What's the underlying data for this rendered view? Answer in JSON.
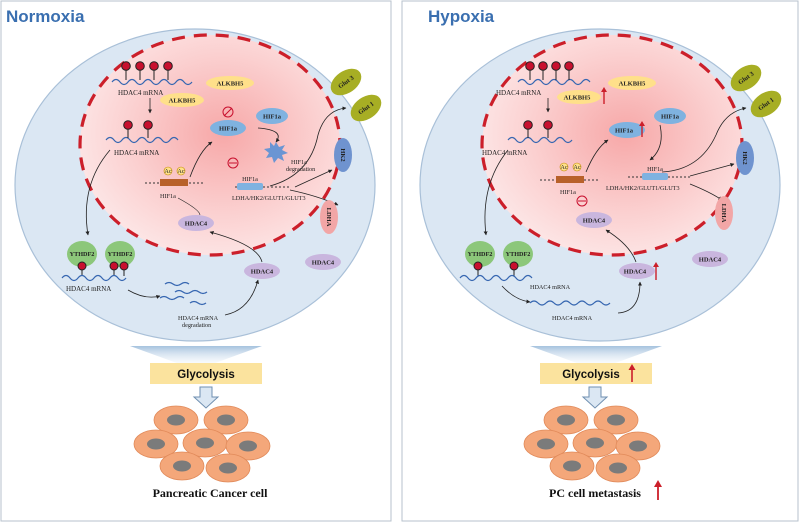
{
  "left": {
    "title": "Normoxia",
    "hdac4_mrna_top": "HDAC4 mRNA",
    "hdac4_mrna_mid": "HDAC4 mRNA",
    "hdac4_mrna_low": "HDAC4 mRNA",
    "degradation_label_1": "HDAC4 mRNA",
    "degradation_label_2": "degradation",
    "alkbh5_a": "ALKBH5",
    "alkbh5_b": "ALKBH5",
    "hif1a_outer": "HIF1a",
    "hif1a_inner": "HIF1a",
    "hif1a_deg_1": "HIF1a",
    "hif1a_deg_2": "degradation",
    "hif1a_gene": "HIF1a",
    "hif1a_promoter": "HIF1a",
    "targets": "LDHA/HK2/GLUT1/GLUT3",
    "ac": "Ac",
    "hdac4_nuc": "HDAC4",
    "hdac4_cyto_a": "HDAC4",
    "hdac4_cyto_b": "HDAC4",
    "ythdf2": "YTHDF2",
    "glut3": "Glut 3",
    "glut1": "Glut 1",
    "hk2": "HK2",
    "ldha": "LDHA",
    "glycolysis": "Glycolysis",
    "caption": "Pancreatic Cancer cell"
  },
  "right": {
    "title": "Hypoxia",
    "hdac4_mrna_top": "HDAC4 mRNA",
    "hdac4_mrna_mid": "HDAC4 mRNA",
    "hdac4_mrna_low1": "HDAC4 mRNA",
    "hdac4_mrna_low2": "HDAC4 mRNA",
    "alkbh5_a": "ALKBH5",
    "alkbh5_b": "ALKBH5",
    "hif1a_outer": "HIF1a",
    "hif1a_inner": "HIF1a",
    "hif1a_gene": "HIF1a",
    "hif1a_promoter": "HIF1a",
    "targets": "LDHA/HK2/GLUT1/GLUT3",
    "ac": "Ac",
    "hdac4_nuc": "HDAC4",
    "hdac4_cyto_a": "HDAC4",
    "hdac4_cyto_b": "HDAC4",
    "ythdf2": "YTHDF2",
    "glut3": "Glut 3",
    "glut1": "Glut 1",
    "hk2": "HK2",
    "ldha": "LDHA",
    "glycolysis": "Glycolysis",
    "caption": "PC cell metastasis"
  },
  "colors": {
    "title": "#3a6fb0",
    "cell_fill": "#dbe7f3",
    "nucleus_edge": "#cc1f2a",
    "alkbh5": "#ffe08a",
    "hif1a": "#7fb2e0",
    "hdac4": "#c9b6de",
    "ythdf2": "#8cc77a",
    "glut": "#a7ae24",
    "hk2": "#6f93cf",
    "ldha": "#f2a6a6",
    "glycolysis_box": "#fbe39e",
    "cancer_cell": "#f4a77a",
    "up_arrow": "#cc1f2a"
  }
}
